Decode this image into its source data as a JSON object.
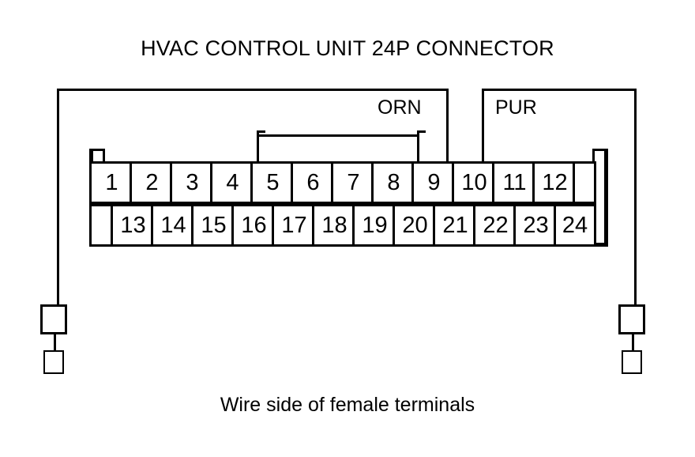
{
  "diagram": {
    "title": "HVAC CONTROL UNIT 24P CONNECTOR",
    "caption": "Wire side of female terminals",
    "line_color": "#000000",
    "background_color": "#ffffff"
  },
  "wire_labels": [
    {
      "id": "orn",
      "text": "ORN",
      "meaning": "orange wire",
      "connects_to_pin": "9"
    },
    {
      "id": "pur",
      "text": "PUR",
      "meaning": "purple wire",
      "connects_to_pin": "10"
    }
  ],
  "connector": {
    "pin_count": 24,
    "top_row": [
      "1",
      "2",
      "3",
      "4",
      "5",
      "6",
      "7",
      "8",
      "9",
      "10",
      "11",
      "12"
    ],
    "bottom_row": [
      "13",
      "14",
      "15",
      "16",
      "17",
      "18",
      "19",
      "20",
      "21",
      "22",
      "23",
      "24"
    ],
    "jumper": {
      "from_pin": "5",
      "to_pin": "9"
    }
  },
  "terminals": [
    {
      "id": "left-terminal",
      "side": "left"
    },
    {
      "id": "right-terminal",
      "side": "right"
    }
  ]
}
